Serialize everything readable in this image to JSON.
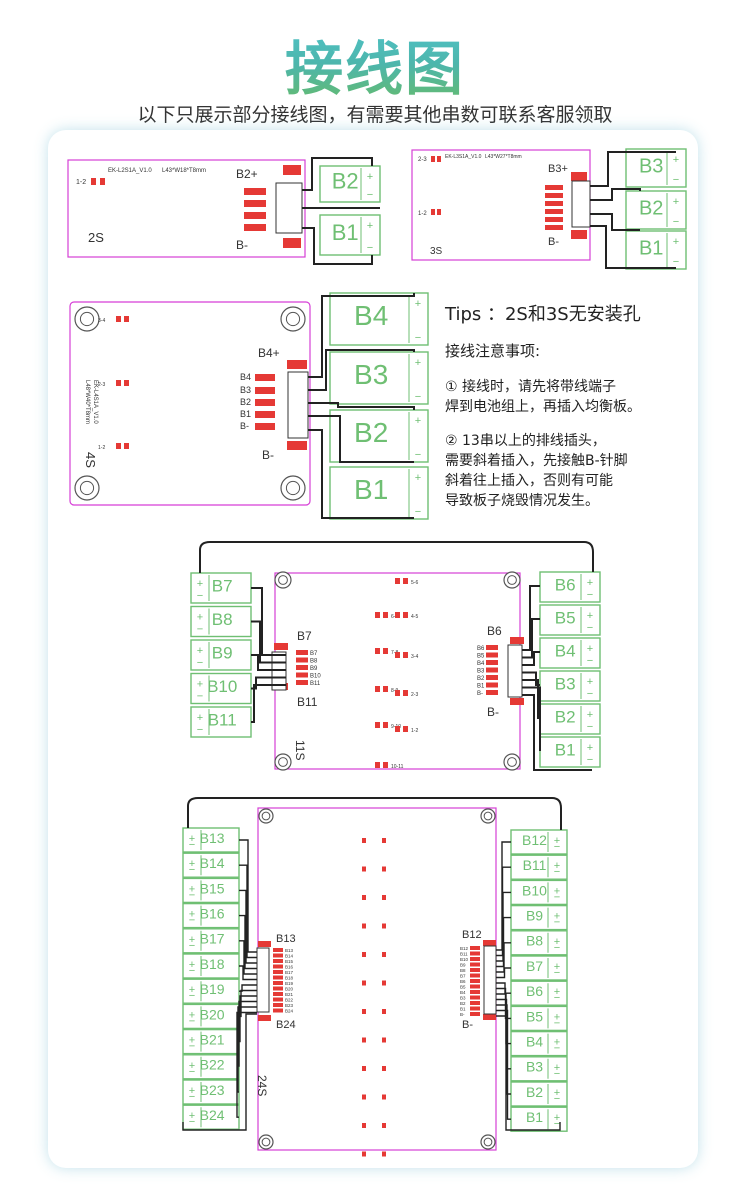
{
  "header": {
    "title": "接线图",
    "subtitle": "以下只展示部分接线图，有需要其他串数可联系客服领取"
  },
  "colors": {
    "title_gradient": [
      "#4fc3c9",
      "#66bb6a"
    ],
    "board_outline": "#d63fd6",
    "battery_green": "#6fbf73",
    "pad_red": "#e53935",
    "wire": "#222222"
  },
  "boards": {
    "b2s": {
      "series": "2S",
      "board_id": "EK-L2S1A_V1.0",
      "dims": "L43*W18*T8mm",
      "balance_label": "1-2",
      "top_label": "B2+",
      "bottom_label": "B-",
      "batteries": [
        "B2",
        "B1"
      ]
    },
    "b3s": {
      "series": "3S",
      "board_id": "EK-L3S1A_V1.0",
      "dims": "L43*W27*T8mm",
      "balance_labels": [
        "2-3",
        "1-2"
      ],
      "top_label": "B3+",
      "bottom_label": "B-",
      "batteries": [
        "B3",
        "B2",
        "B1"
      ]
    },
    "b4s": {
      "series": "4S",
      "board_id": "EK-L4S1A_V1.0",
      "dims": "L48*W40*T8mm",
      "balance_labels": [
        "3-4",
        "2-3",
        "1-2"
      ],
      "top_label": "B4+",
      "bottom_label": "B-",
      "pin_labels": [
        "B4",
        "B3",
        "B2",
        "B1",
        "B-"
      ],
      "batteries": [
        "B4",
        "B3",
        "B2",
        "B1"
      ]
    },
    "b11s": {
      "series": "11S",
      "left_top_label": "B7",
      "left_bottom_label": "B11",
      "left_pins": [
        "B7",
        "B8",
        "B9",
        "B10",
        "B11"
      ],
      "left_batteries": [
        "B7",
        "B8",
        "B9",
        "B10",
        "B11"
      ],
      "right_top_label": "B6",
      "right_bottom_label": "B-",
      "right_pins": [
        "B6",
        "B5",
        "B4",
        "B3",
        "B2",
        "B1",
        "B-"
      ],
      "right_batteries": [
        "B6",
        "B5",
        "B4",
        "B3",
        "B2",
        "B1"
      ],
      "balance_labels": [
        "5-6",
        "6-7",
        "4-5",
        "7-8",
        "3-4",
        "8-9",
        "2-3",
        "9-10",
        "1-2",
        "10-11"
      ]
    },
    "b24s": {
      "series": "24S",
      "left_top_label": "B13",
      "left_bottom_label": "B24",
      "left_pins": [
        "B13",
        "B14",
        "B15",
        "B16",
        "B17",
        "B18",
        "B19",
        "B20",
        "B21",
        "B22",
        "B23",
        "B24"
      ],
      "left_batteries": [
        "B13",
        "B14",
        "B15",
        "B16",
        "B17",
        "B18",
        "B19",
        "B20",
        "B21",
        "B22",
        "B23",
        "B24"
      ],
      "right_top_label": "B12",
      "right_bottom_label": "B-",
      "right_pins": [
        "B12",
        "B11",
        "B10",
        "B9",
        "B8",
        "B7",
        "B6",
        "B5",
        "B4",
        "B3",
        "B2",
        "B1",
        "B-"
      ],
      "right_batteries": [
        "B12",
        "B11",
        "B10",
        "B9",
        "B8",
        "B7",
        "B6",
        "B5",
        "B4",
        "B3",
        "B2",
        "B1"
      ]
    }
  },
  "battery_signs": {
    "plus": "+",
    "minus": "−"
  },
  "tips": {
    "title": "Tips ：2S和3S无安装孔",
    "heading": "接线注意事项:",
    "note1_lines": [
      "① 接线时，请先将带线端子",
      "焊到电池组上，再插入均衡板。"
    ],
    "note2_lines": [
      "② 13串以上的排线插头，",
      "需要斜着插入，先接触B-针脚",
      "斜着往上插入，否则有可能",
      "导致板子烧毁情况发生。"
    ]
  }
}
